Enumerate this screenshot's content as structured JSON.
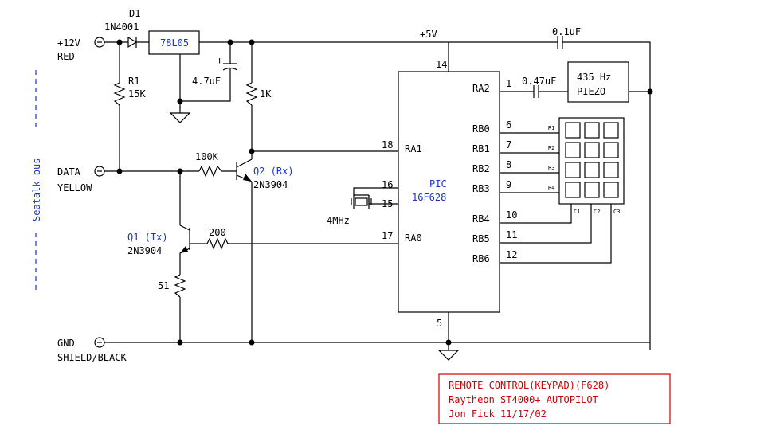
{
  "terminals": {
    "v12_label": "+12V",
    "v12_color": "RED",
    "data_label": "DATA",
    "data_color": "YELLOW",
    "gnd_label": "GND",
    "gnd_color": "SHIELD/BLACK"
  },
  "bus_label": "Seatalk bus",
  "rail_label": "+5V",
  "d1": {
    "ref": "D1",
    "part": "1N4001"
  },
  "regulator": "78L05",
  "c_reg": "4.7uF",
  "c_reg_polarity": "+",
  "r1": {
    "ref": "R1",
    "value": "15K"
  },
  "r_1k": "1K",
  "r_100k": "100K",
  "r_200": "200",
  "r_51": "51",
  "q2": {
    "ref": "Q2 (Rx)",
    "part": "2N3904"
  },
  "q1": {
    "ref": "Q1 (Tx)",
    "part": "2N3904"
  },
  "crystal": "4MHz",
  "c_bypass": "0.1uF",
  "c_piezo": "0.47uF",
  "piezo": {
    "line1": "435 Hz",
    "line2": "PIEZO"
  },
  "pic": {
    "line1": "PIC",
    "line2": "16F628",
    "pin_vdd": "14",
    "pin_vss": "5",
    "left_pins": [
      {
        "num": "18",
        "name": "RA1"
      },
      {
        "num": "16",
        "name": ""
      },
      {
        "num": "15",
        "name": ""
      },
      {
        "num": "17",
        "name": "RA0"
      }
    ],
    "right_pins": [
      {
        "num": "1",
        "name": "RA2"
      },
      {
        "num": "6",
        "name": "RB0"
      },
      {
        "num": "7",
        "name": "RB1"
      },
      {
        "num": "8",
        "name": "RB2"
      },
      {
        "num": "9",
        "name": "RB3"
      },
      {
        "num": "10",
        "name": "RB4"
      },
      {
        "num": "11",
        "name": "RB5"
      },
      {
        "num": "12",
        "name": "RB6"
      }
    ]
  },
  "keypad": {
    "rows": [
      "R1",
      "R2",
      "R3",
      "R4"
    ],
    "cols": [
      "C1",
      "C2",
      "C3"
    ]
  },
  "title_block": {
    "line1": "REMOTE CONTROL(KEYPAD)(F628)",
    "line2": "Raytheon  ST4000+ AUTOPILOT",
    "line3": "Jon Fick   11/17/02"
  }
}
